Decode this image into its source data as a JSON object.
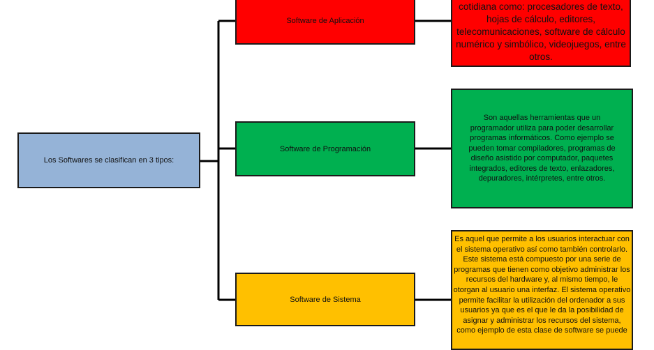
{
  "root": {
    "label": "Los Softwares se clasifican en 3 tipos:"
  },
  "types": [
    {
      "label": "Software de Aplicación",
      "color": "#ff0000",
      "description": "programas que los utilizamos de manera cotidiana como: procesadores de texto, hojas de cálculo, editores, telecomunicaciones, software de cálculo numérico y simbólico, videojuegos, entre otros."
    },
    {
      "label": "Software de Programación",
      "color": "#00b050",
      "description": "Son aquellas herramientas que un programador utiliza para poder desarrollar programas informáticos. Como ejemplo se pueden tomar compiladores, programas de diseño asistido por computador, paquetes integrados, editores de texto, enlazadores, depuradores, intérpretes, entre otros."
    },
    {
      "label": "Software de Sistema",
      "color": "#ffc000",
      "description": "Es aquel que permite a los usuarios interactuar con el sistema operativo así como también controlarlo. Este sistema está compuesto por una serie de programas que tienen como objetivo administrar los recursos del hardware y, al mismo tiempo, le otorgan al usuario una interfaz. El sistema operativo permite facilitar la utilización del ordenador a sus usuarios ya que es el que le da la posibilidad de asignar y administrar los recursos del sistema, como ejemplo de esta clase de software se puede"
    }
  ]
}
